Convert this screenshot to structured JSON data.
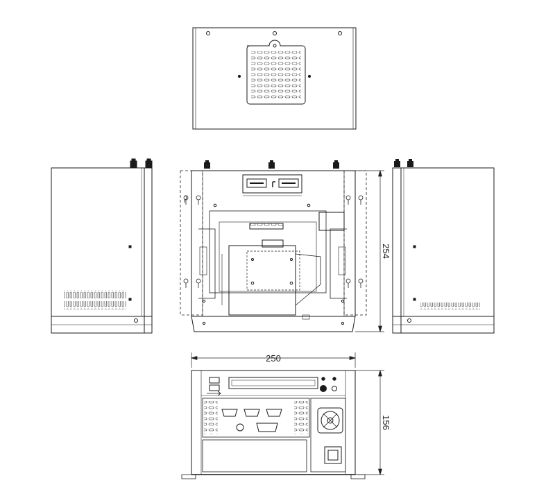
{
  "dimensions": {
    "front_height": "254",
    "bottom_width": "250",
    "bottom_height": "156"
  },
  "views": [
    "top-view",
    "left-side-view",
    "front-view",
    "right-side-view",
    "rear-view"
  ],
  "colors": {
    "line": "#1a1a1a",
    "thin": "#444444",
    "fill": "#ffffff"
  }
}
